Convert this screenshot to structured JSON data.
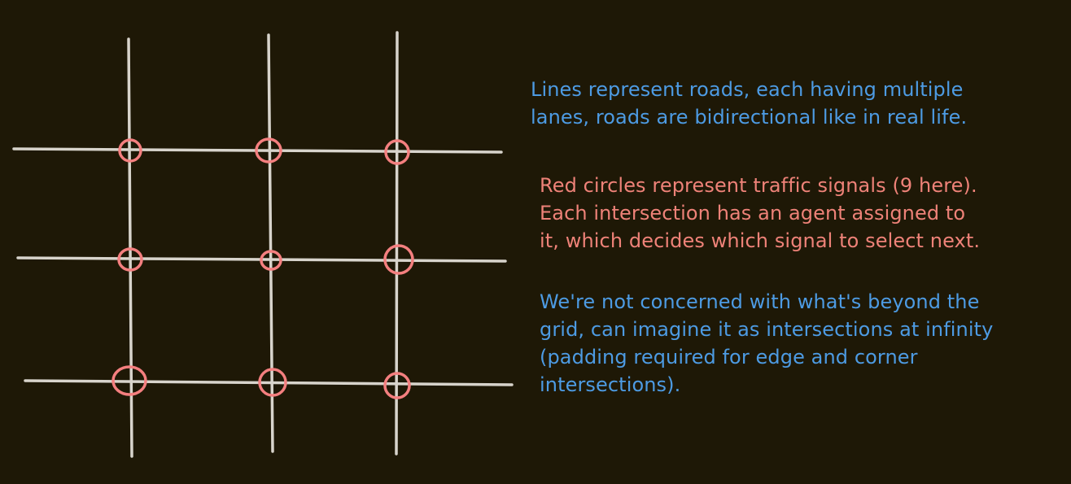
{
  "colors": {
    "background": "#1e1806",
    "road": "#d8d4cc",
    "signal": "#f47f7f",
    "note_blue": "#4d9be3",
    "note_red": "#ee8278"
  },
  "grid": {
    "rows": 3,
    "columns": 3,
    "signal_count": 9
  },
  "notes": {
    "roads": {
      "color": "#4d9be3",
      "lines": [
        "Lines represent roads, each having multiple",
        "lanes, roads are bidirectional like in real life."
      ]
    },
    "signals": {
      "color": "#ee8278",
      "lines": [
        "Red circles represent traffic signals (9 here).",
        "Each intersection has an agent assigned to",
        "it, which decides which signal to select next."
      ]
    },
    "grid_edges": {
      "color": "#4d9be3",
      "lines": [
        "We're not concerned with what's beyond the",
        "grid, can imagine it as intersections at infinity",
        "(padding required for edge and corner",
        "intersections)."
      ]
    }
  }
}
